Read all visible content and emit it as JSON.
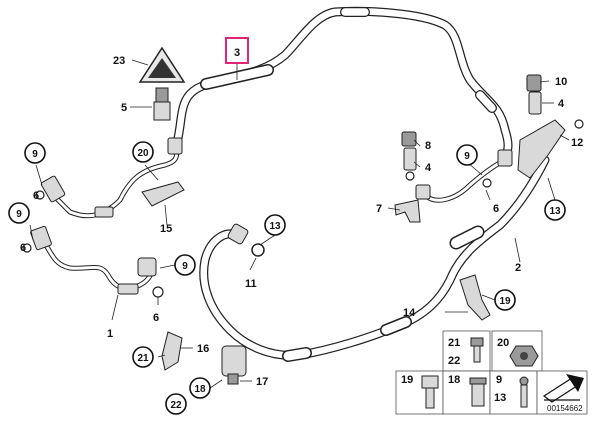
{
  "callouts": {
    "c1": "1",
    "c2": "2",
    "c3": "3",
    "c4a": "4",
    "c4b": "4",
    "c5": "5",
    "c6a": "6",
    "c6b": "6",
    "c6c": "6",
    "c6d": "6",
    "c7": "7",
    "c8": "8",
    "c9a": "9",
    "c9b": "9",
    "c9c": "9",
    "c9d": "9",
    "c10": "10",
    "c11": "11",
    "c12": "12",
    "c13a": "13",
    "c13b": "13",
    "c14": "14",
    "c15": "15",
    "c16": "16",
    "c17": "17",
    "c18": "18",
    "c19": "19",
    "c20": "20",
    "c21": "21",
    "c22": "22",
    "c23": "23"
  },
  "parts_grid": {
    "r1c1a": "21",
    "r1c1b": "22",
    "r1c2": "20",
    "r2c1": "19",
    "r2c2": "18",
    "r2c3a": "9",
    "r2c3b": "13"
  },
  "highlight_color": "#e0247a",
  "diagram_id": "00154662"
}
